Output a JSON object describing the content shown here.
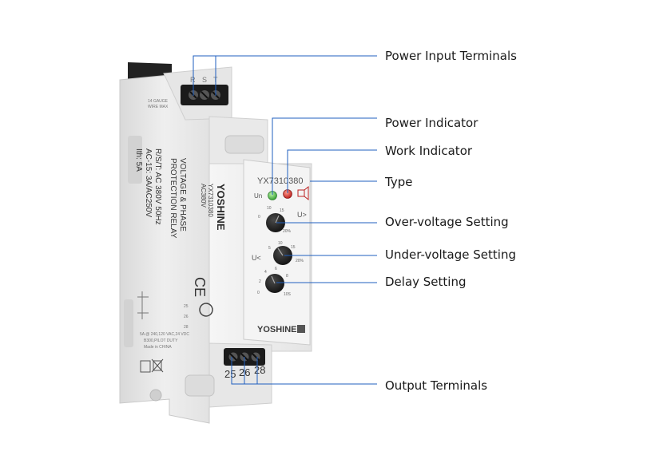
{
  "colors": {
    "leader_line": "#1f5fbf",
    "housing": "#ececec",
    "power_led": "#3fb13a",
    "work_led": "#d61e1e",
    "knob": "#1c1c1c"
  },
  "callouts": {
    "power_input_terminals": "Power Input Terminals",
    "power_indicator": "Power Indicator",
    "work_indicator": "Work Indicator",
    "type": "Type",
    "over_voltage_setting": "Over-voltage Setting",
    "under_voltage_setting": "Under-voltage Setting",
    "delay_setting": "Delay Setting",
    "output_terminals": "Output Terminals"
  },
  "device": {
    "top_terminal_letters": [
      "R",
      "S",
      "T"
    ],
    "wire_note": [
      "14 GAUGE",
      "WIRE MAX"
    ],
    "side_text": {
      "brand": "YOSHINE",
      "model": "YX7310380",
      "voltage": "AC380V",
      "title_1": "VOLTAGE & PHASE",
      "title_2": "PROTECTION RELAY",
      "spec_1": "R/S/T: AC 380V 50Hz",
      "spec_2": "AC-15: 3A/AC250V",
      "spec_3": "Ith: 5A"
    },
    "front_model": "YX7310380",
    "front_brand": "YOSHINE",
    "led_labels": {
      "power": "Un"
    },
    "knob_labels": {
      "over": "U>",
      "under": "U<"
    },
    "over_scale": [
      "0",
      "10",
      "15",
      "20%"
    ],
    "under_scale": [
      "5",
      "10",
      "15",
      "20%"
    ],
    "delay_scale": [
      "0",
      "2",
      "4",
      "6",
      "8",
      "10S"
    ],
    "bottom_note": [
      "5A @ 240,120 VAC,24 VDC",
      "B300,PILOT DUTY",
      "Made in CHINA"
    ],
    "bottom_terminal_numbers": [
      "25",
      "26",
      "28"
    ],
    "contact_labels": [
      "25",
      "26",
      "28"
    ]
  }
}
